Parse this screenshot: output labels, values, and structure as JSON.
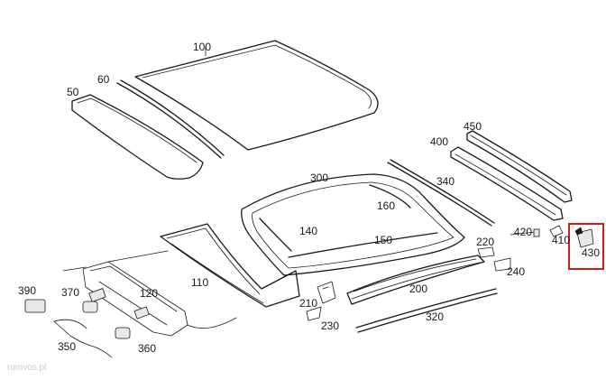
{
  "diagram": {
    "labels": {
      "p100": "100",
      "p60": "60",
      "p50": "50",
      "p450": "450",
      "p400": "400",
      "p300": "300",
      "p340": "340",
      "p160": "160",
      "p140": "140",
      "p150": "150",
      "p220": "220",
      "p420": "420",
      "p410": "410",
      "p430": "430",
      "p240": "240",
      "p200": "200",
      "p210": "210",
      "p230": "230",
      "p320": "320",
      "p110": "110",
      "p120": "120",
      "p390": "390",
      "p370": "370",
      "p350": "350",
      "p360": "360"
    },
    "highlighted_part": "430",
    "highlight_color": "#d11a1a",
    "watermark": "rumvos.pl"
  }
}
